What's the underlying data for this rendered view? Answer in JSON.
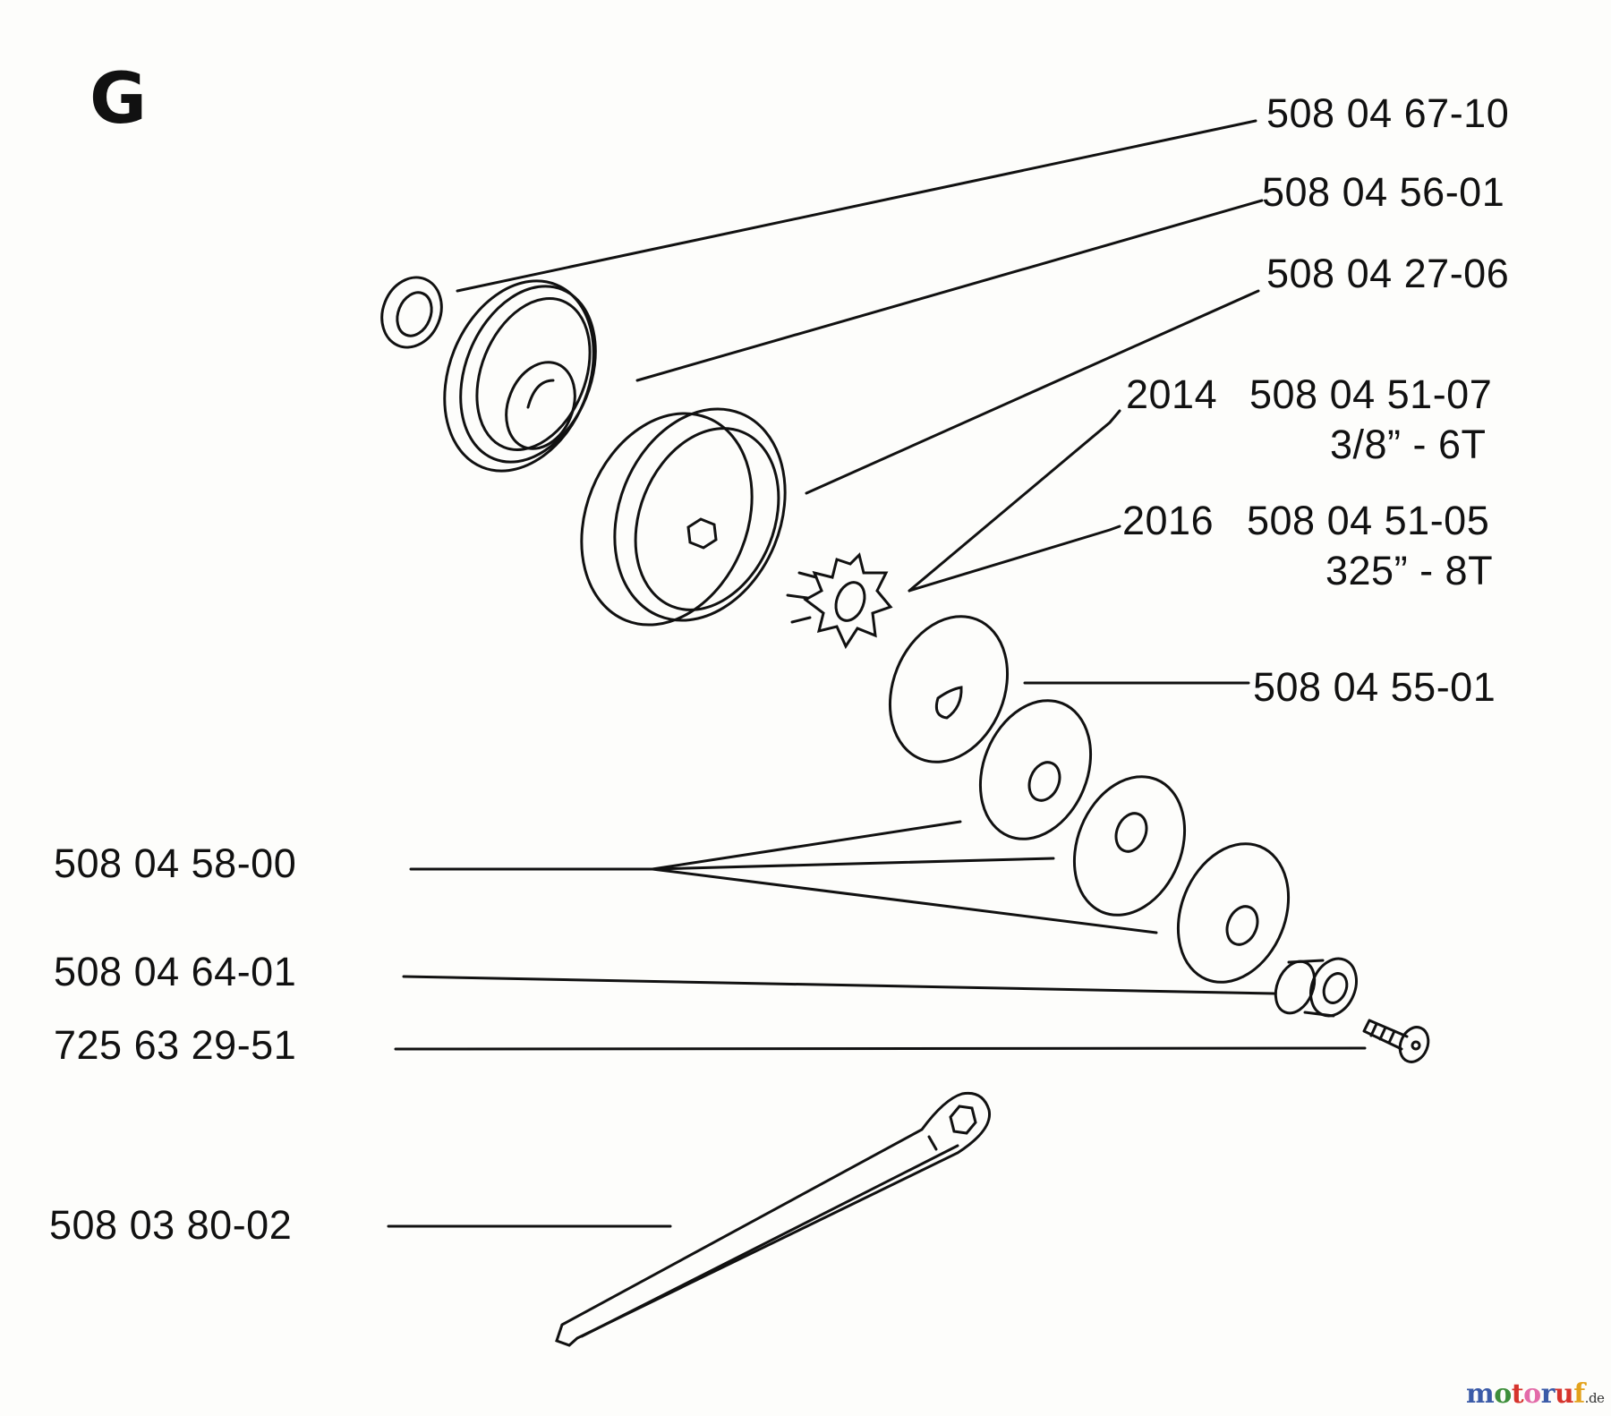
{
  "diagram": {
    "section_letter": "G",
    "callouts": [
      {
        "id": "c1",
        "part_number": "508 04 67-10",
        "side": "right"
      },
      {
        "id": "c2",
        "part_number": "508 04 56-01",
        "side": "right"
      },
      {
        "id": "c3",
        "part_number": "508 04 27-06",
        "side": "right"
      },
      {
        "id": "c4",
        "model": "2014",
        "part_number": "508 04 51-07",
        "spec": "3/8” - 6T",
        "side": "right"
      },
      {
        "id": "c5",
        "model": "2016",
        "part_number": "508 04 51-05",
        "spec": "325” - 8T",
        "side": "right"
      },
      {
        "id": "c6",
        "part_number": "508 04 55-01",
        "side": "right"
      },
      {
        "id": "c7",
        "part_number": "508 04 58-00",
        "side": "left"
      },
      {
        "id": "c8",
        "part_number": "508 04 64-01",
        "side": "left"
      },
      {
        "id": "c9",
        "part_number": "725 63 29-51",
        "side": "left"
      },
      {
        "id": "c10",
        "part_number": "508 03 80-02",
        "side": "left"
      }
    ],
    "parts_depicted": [
      "small-seal-ring",
      "cover-disc",
      "clutch-drum",
      "sprocket",
      "washer",
      "washer",
      "washer",
      "washer",
      "bearing-bushing",
      "screw",
      "wrench"
    ]
  },
  "watermark": {
    "letters": [
      "m",
      "o",
      "t",
      "o",
      "r",
      "u",
      "f"
    ],
    "colors": [
      "#3b5ba8",
      "#3d8e3a",
      "#d6332c",
      "#e36aa8",
      "#3b5ba8",
      "#d6332c",
      "#e3a21c"
    ],
    "suffix": ".de"
  }
}
